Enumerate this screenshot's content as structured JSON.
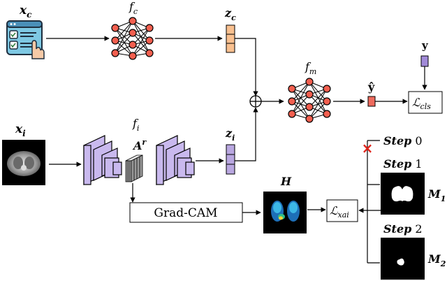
{
  "labels": {
    "xc_base": "x",
    "xc_sub": "c",
    "fc_base": "f",
    "fc_sub": "c",
    "zc_base": "z",
    "zc_sub": "c",
    "fm_base": "f",
    "fm_sub": "m",
    "yhat": "ŷ",
    "y": "y",
    "lcls_base": "ℒ",
    "lcls_sub": "cls",
    "fi_base": "f",
    "fi_sub": "i",
    "xi_base": "x",
    "xi_sub": "i",
    "ar_base": "A",
    "ar_sup": "r",
    "zi_base": "z",
    "zi_sub": "i",
    "gradcam": "Grad-CAM",
    "h": "H",
    "lxai_base": "ℒ",
    "lxai_sub": "xai",
    "step0_word": "Step",
    "step0_num": "0",
    "step1_word": "Step",
    "step1_num": "1",
    "step2_word": "Step",
    "step2_num": "2",
    "m1_base": "M",
    "m1_sub": "1",
    "m2_base": "M",
    "m2_sub": "2",
    "plus": "+",
    "cross": "×"
  },
  "colors": {
    "zc_cells": "#f9c08f",
    "zi_cells": "#b9a7e0",
    "yhat_cell": "#ef6b5e",
    "y_cell": "#a18ad8",
    "node": "#f25f4f",
    "cnn_block": "#c9b9ee",
    "cross": "#e0241b"
  }
}
